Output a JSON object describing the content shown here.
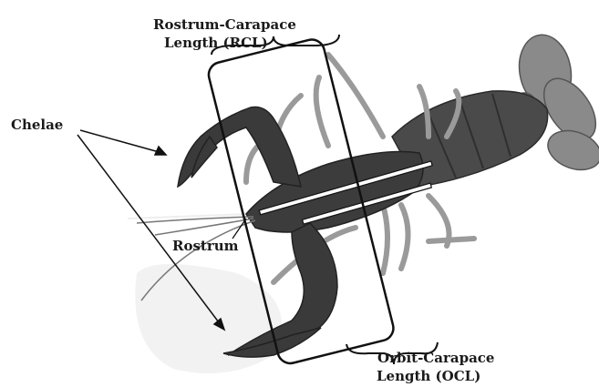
{
  "labels": {
    "rcl_line1": "Rostrum-Carapace",
    "rcl_line2": "Length (RCL)",
    "chelae": "Chelae",
    "rostrum": "Rostrum",
    "ocl_line1": "Orbit-Carapace",
    "ocl_line2": "Length (OCL)"
  },
  "colors": {
    "outline": "#111111",
    "body": "#3c3c3c",
    "body_light": "#8a8a8a",
    "measure_bar": "#ffffff"
  }
}
